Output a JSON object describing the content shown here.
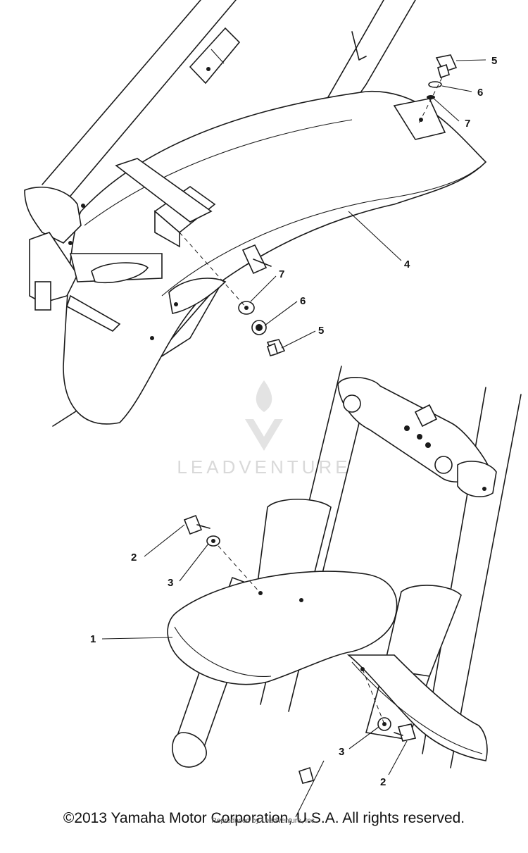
{
  "callouts": {
    "c1": "1",
    "c2a": "2",
    "c2b": "2",
    "c3a": "3",
    "c3b": "3",
    "c4": "4",
    "c5a": "5",
    "c5b": "5",
    "c6a": "6",
    "c6b": "6",
    "c7a": "7",
    "c7b": "7"
  },
  "watermark": "LEADVENTURE",
  "copyright": "©2013 Yamaha Motor Corporation, U.S.A. All rights reserved.",
  "reproduced_note": "Reproduced by LeadVenture, Inc."
}
